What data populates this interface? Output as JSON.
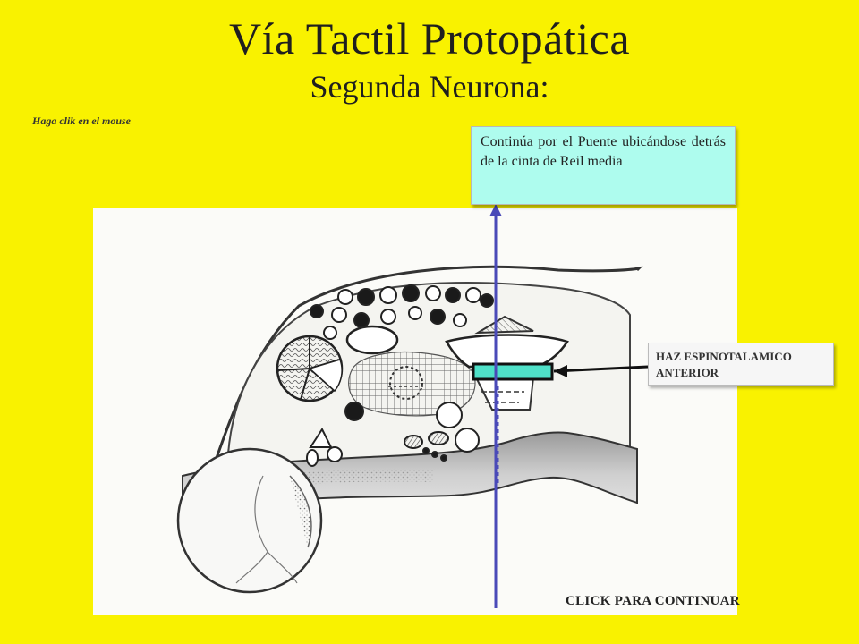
{
  "slide": {
    "title": "Vía Tactil Protopática",
    "subtitle": "Segunda Neurona:",
    "hint": "Haga clik en el mouse",
    "callout_text": "Continúa por el Puente ubicándose detrás de la cinta de Reil media",
    "label_haz": "HAZ ESPINOTALAMICO ANTERIOR",
    "continue_label": "CLICK PARA CONTINUAR"
  },
  "colors": {
    "background": "#f9f200",
    "callout_fill": "#aefcee",
    "pathway_line": "#4a4ab8",
    "highlight_fill": "#4fe0c8"
  }
}
